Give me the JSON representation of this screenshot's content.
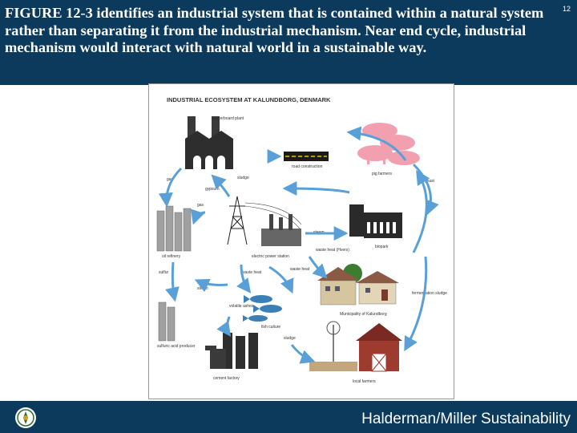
{
  "header": {
    "text": "FIGURE 12-3 identifies an industrial system that is contained within a natural system rather than separating it from the industrial mechanism.  Near end cycle, industrial mechanism would interact with natural world in a sustainable way.",
    "slide_number": "12"
  },
  "figure": {
    "title": "INDUSTRIAL ECOSYSTEM AT KALUNDBORG, DENMARK",
    "labels": {
      "plasterboard": "plasterboard plant",
      "road": "road construction",
      "pig": "pig farmers",
      "gas1": "gas",
      "gypsum": "gypsum",
      "sludge1": "sludge",
      "yeast": "yeast",
      "gas2": "gas",
      "oil": "oil refinery",
      "power": "electric power station",
      "steam1": "steam",
      "biopark": "biopark",
      "waste_heat1": "waste heat (Hvers)",
      "sulfur": "sulfur",
      "steam2": "steam",
      "waste_heat2": "waste heat",
      "waste_heat3": "waste heat",
      "fermentation": "fermentation sludge",
      "volatile": "volatile ashes",
      "fish": "fish culture",
      "municipality": "Municipality of Kalundborg",
      "sulfuric": "sulfuric acid producer",
      "sludge2": "sludge",
      "cement": "cement factory",
      "farmers": "local farmers"
    }
  },
  "footer": {
    "text": "Halderman/Miller Sustainability"
  },
  "colors": {
    "header_bg": "#0b3a5c",
    "arrow": "#5aa0d8"
  }
}
